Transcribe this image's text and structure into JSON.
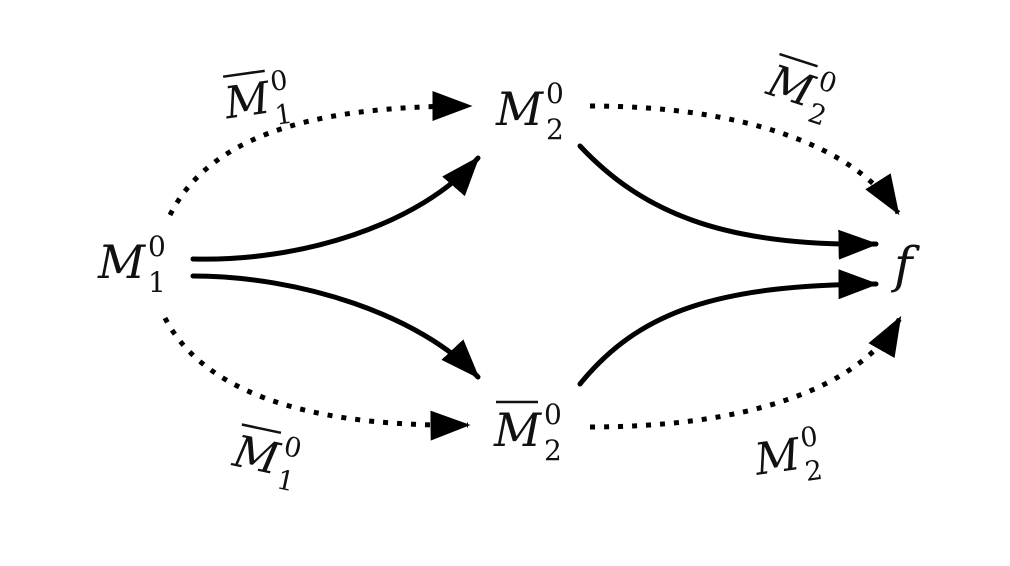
{
  "nodes": {
    "m1": {
      "base": "M",
      "sub": "1",
      "sup": "0",
      "overline": false
    },
    "m2": {
      "base": "M",
      "sub": "2",
      "sup": "0",
      "overline": false
    },
    "m2bar": {
      "base": "M",
      "sub": "2",
      "sup": "0",
      "overline": true
    },
    "f": {
      "label": "f"
    }
  },
  "edge_labels": {
    "top_left": {
      "base": "M",
      "sub": "1",
      "sup": "0",
      "overline": true
    },
    "top_right": {
      "base": "M",
      "sub": "2",
      "sup": "0",
      "overline": true
    },
    "bottom_left": {
      "base": "M",
      "sub": "1",
      "sup": "0",
      "overline": true
    },
    "bottom_right": {
      "base": "M",
      "sub": "2",
      "sup": "0",
      "overline": false
    }
  },
  "colors": {
    "ink": "#000000",
    "background": "#ffffff"
  }
}
